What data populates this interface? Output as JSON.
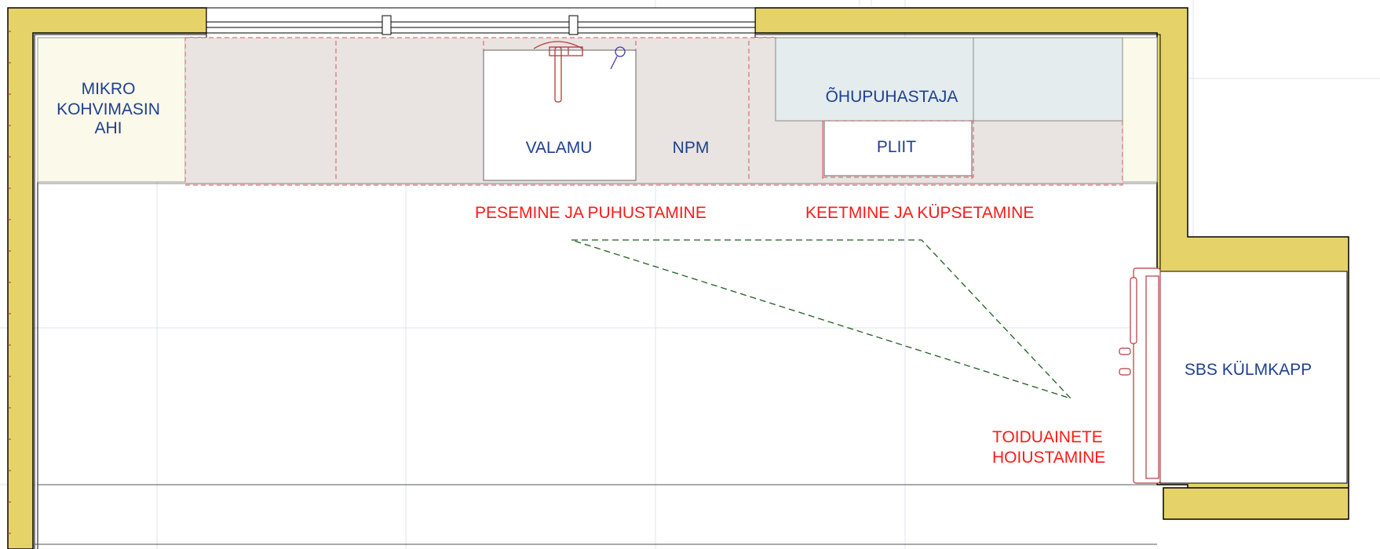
{
  "appliances": {
    "mikro": "MIKRO",
    "kohvimasin": "KOHVIMASIN",
    "ahi": "AHI",
    "valamu": "VALAMU",
    "npm": "NPM",
    "ohupuhastaja": "ÕHUPUHASTAJA",
    "pliit": "PLIIT",
    "kulmkapp": "SBS KÜLMKAPP"
  },
  "zones": {
    "pesemine": "PESEMINE JA PUHUSTAMINE",
    "keetmine": "KEETMINE JA KÜPSETAMINE",
    "hoiustamine_1": "TOIDUAINETE",
    "hoiustamine_2": "HOIUSTAMINE"
  },
  "colors": {
    "wall": "#e5d36a",
    "counter": "#e9e3e1",
    "tall_unit": "#fbf9ea",
    "hood": "#e4ecee",
    "label": "#1f3f8f",
    "zone_label": "#ff1a1a",
    "triangle": "#1e5e1e"
  }
}
